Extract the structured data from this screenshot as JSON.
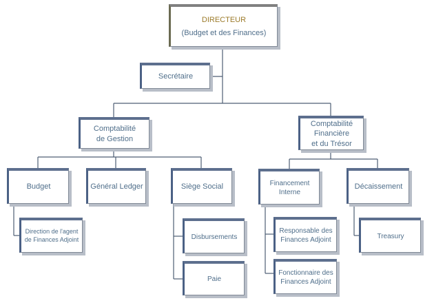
{
  "colors": {
    "text": "#4f6e8a",
    "director_text": "#9c7b2a",
    "line": "#4d5d73",
    "shadow": "#b8bec8",
    "accent": "#4b6185"
  },
  "nodes": {
    "director_title": "DIRECTEUR",
    "director_subtitle": "(Budget et des Finances)",
    "secretaire": "Secrétaire",
    "comptabilite_gestion": "Comptabilité\nde Gestion",
    "comptabilite_financiere": "Comptabilité\nFinancière\net du Trésor",
    "budget": "Budget",
    "general_ledger": "Général Ledger",
    "siege_social": "Siège Social",
    "financement_interne": "Financement\nInterne",
    "decaissement": "Décaissement",
    "direction_agent": "Direction de l'agent\nde Finances Adjoint",
    "disbursements": "Disbursements",
    "paie": "Paie",
    "responsable": "Responsable des\nFinances Adjoint",
    "fonctionnaire": "Fonctionnaire des\nFinances Adjoint",
    "treasury": "Treasury"
  }
}
